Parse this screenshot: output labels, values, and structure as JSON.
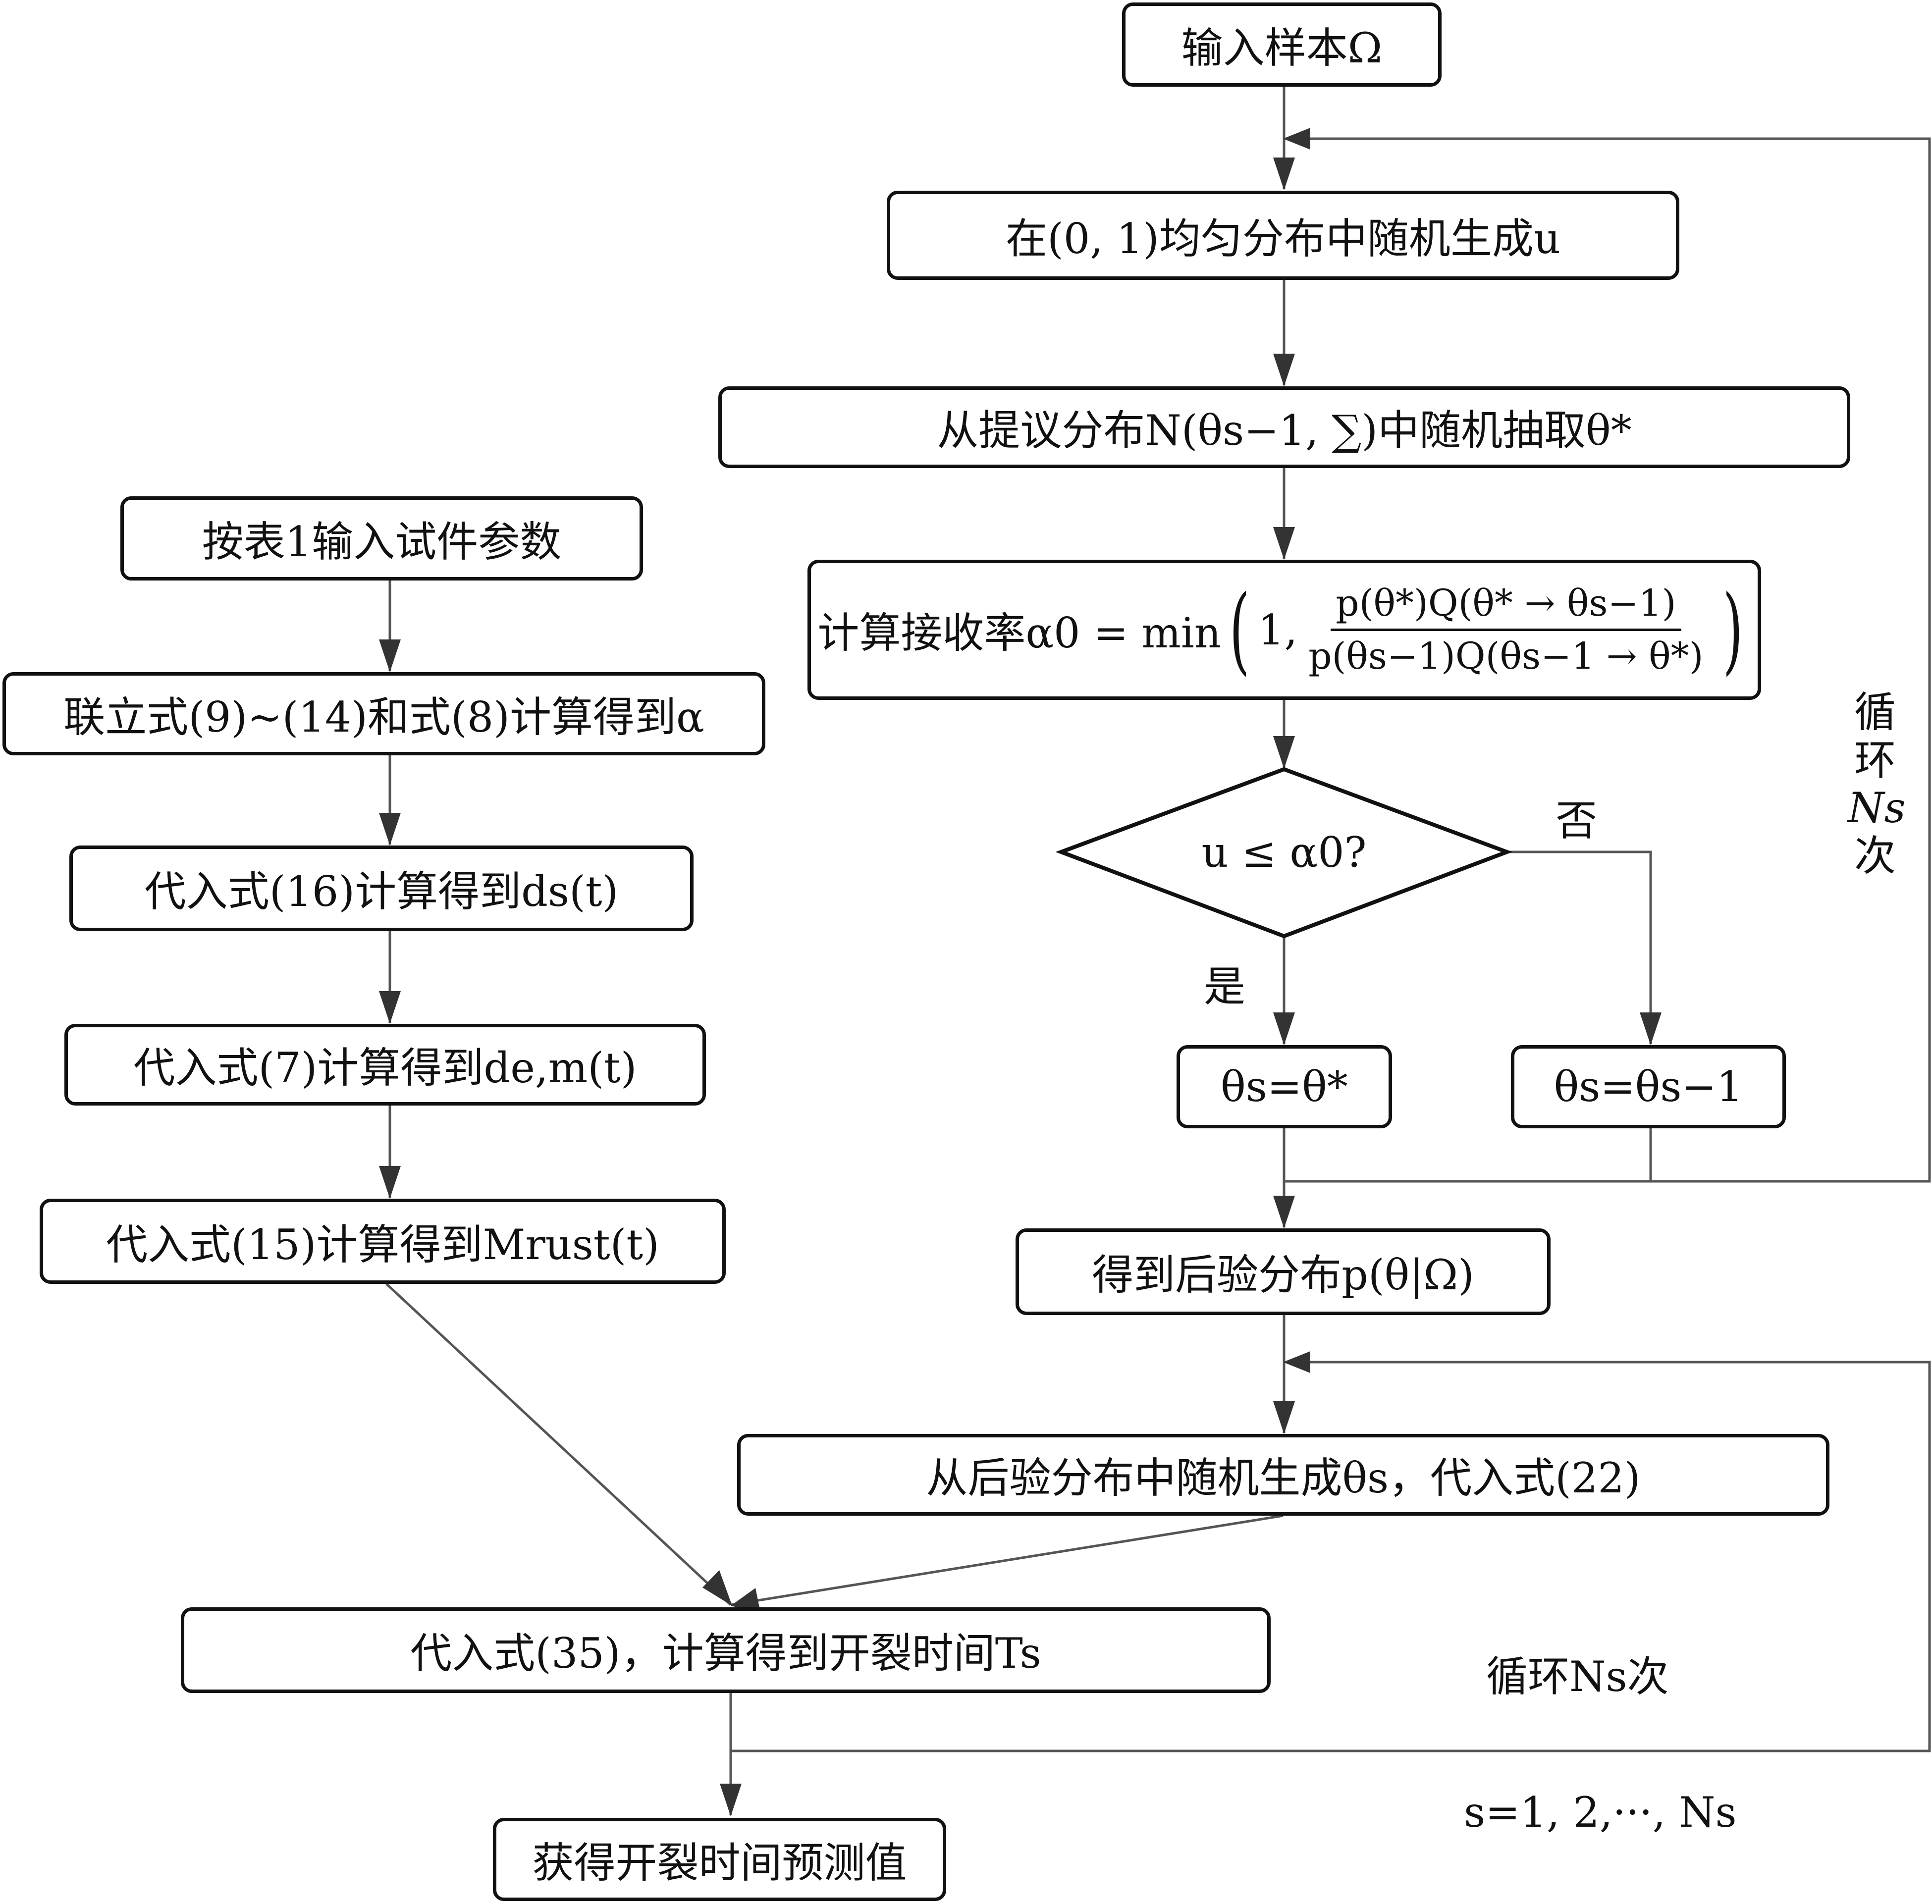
{
  "flowchart": {
    "right": {
      "input_samples": "输入样本Ω",
      "generate_u": "在(0, 1)均匀分布中随机生成u",
      "draw_candidate": "从提议分布N(θs−1, ∑)中随机抽取θ*",
      "acceptance_rate": {
        "prefix": "计算接收率α0 = min",
        "one": "1,",
        "numerator": "p(θ*)Q(θ* → θs−1)",
        "denominator": "p(θs−1)Q(θs−1 → θ*)"
      },
      "decision": "u ≤ α0?",
      "yes_label": "是",
      "no_label": "否",
      "accept_box": "θs=θ*",
      "reject_box": "θs=θs−1",
      "loop_label_vertical": [
        "循",
        "环",
        "Ns",
        "次"
      ],
      "posterior": "得到后验分布p(θ|Ω)",
      "sample_posterior": "从后验分布中随机生成θs，代入式(22)"
    },
    "left": {
      "input_params": "按表1输入试件参数",
      "solve_alpha": "联立式(9)~(14)和式(8)计算得到α",
      "compute_ds": "代入式(16)计算得到ds(t)",
      "compute_dem": "代入式(7)计算得到de,m(t)",
      "compute_mrust": "代入式(15)计算得到Mrust(t)"
    },
    "bottom": {
      "crack_time": "代入式(35)，计算得到开裂时间Ts",
      "loop_label": "循环Ns次",
      "index_range": "s=1, 2,···, Ns",
      "result": "获得开裂时间预测值"
    }
  }
}
